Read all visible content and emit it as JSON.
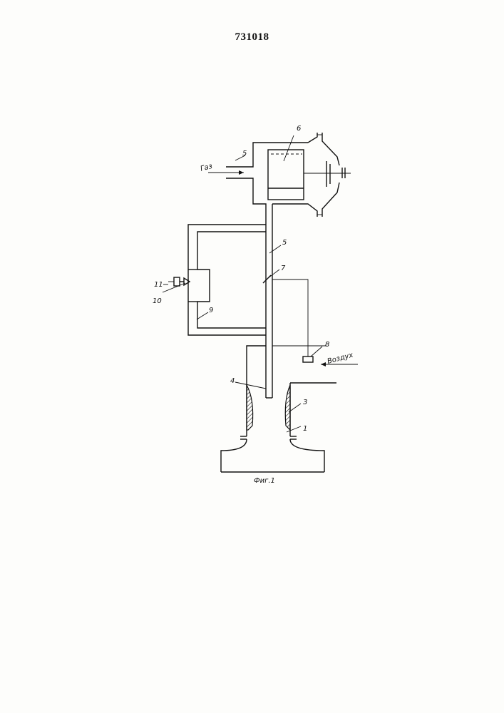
{
  "header": {
    "patent_number": "731018"
  },
  "figure": {
    "caption": "Фиг.1",
    "inputs": {
      "gas": "Газ",
      "air": "Воздух"
    },
    "labels": {
      "l1": "1",
      "l3": "3",
      "l4": "4",
      "l5_top": "5",
      "l5_mid": "5",
      "l6": "6",
      "l7": "7",
      "l8": "8",
      "l9": "9",
      "l10": "10",
      "l11": "11"
    }
  }
}
